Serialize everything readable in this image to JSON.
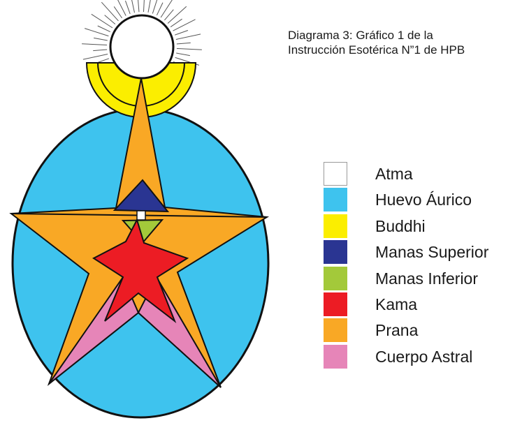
{
  "caption": {
    "line1": "Diagrama 3: Gráfico 1 de la",
    "line2": "Instrucción Esotérica N”1 de HPB"
  },
  "legend": [
    {
      "label": "Atma",
      "color": "#ffffff",
      "icon": "white-swatch"
    },
    {
      "label": "Huevo Áurico",
      "color": "#3ec3ee",
      "icon": "cyan-swatch"
    },
    {
      "label": "Buddhi",
      "color": "#fbee00",
      "icon": "yellow-swatch"
    },
    {
      "label": "Manas Superior",
      "color": "#2a3592",
      "icon": "navy-swatch"
    },
    {
      "label": "Manas Inferior",
      "color": "#a3c93a",
      "icon": "green-swatch"
    },
    {
      "label": "Kama",
      "color": "#ec1c24",
      "icon": "red-swatch"
    },
    {
      "label": "Prana",
      "color": "#f9a825",
      "icon": "orange-swatch"
    },
    {
      "label": "Cuerpo Astral",
      "color": "#e685b8",
      "icon": "pink-swatch"
    }
  ]
}
